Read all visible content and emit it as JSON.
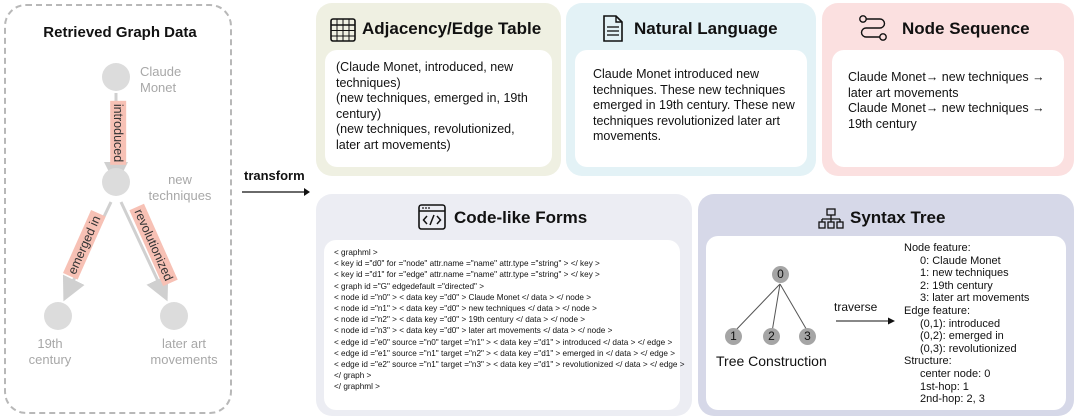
{
  "graph": {
    "title": "Retrieved Graph Data",
    "nodes": [
      "Claude\nMonet",
      "new\ntechniques",
      "19th\ncentury",
      "later art\nmovements"
    ],
    "edges": [
      "introduced",
      "emerged in",
      "revolutionized"
    ]
  },
  "transform_label": "transform",
  "adjacency": {
    "title": "Adjacency/Edge Table",
    "text": "(Claude Monet, introduced, new techniques)\n(new techniques, emerged in, 19th century)\n(new techniques, revolutionized, later art movements)"
  },
  "natural_language": {
    "title": "Natural Language",
    "text": "Claude Monet introduced new techniques. These new techniques emerged in 19th century. These new techniques revolutionized later art movements."
  },
  "node_sequence": {
    "title": "Node Sequence",
    "text": "Claude Monet→ new techniques → later art movements\nClaude Monet→ new techniques → 19th century"
  },
  "code_forms": {
    "title": "Code-like Forms",
    "lines": [
      "< graphml >",
      "< key id =\"d0\" for =\"node\" attr.name =\"name\" attr.type =\"string\" > </ key >",
      "< key id =\"d1\" for =\"edge\" attr.name =\"name\" attr.type =\"string\" > </ key >",
      "< graph id =\"G\" edgedefault =\"directed\" >",
      "< node id =\"n0\" > < data key =\"d0\" > Claude Monet </ data > </ node >",
      "< node id =\"n1\" > < data key =\"d0\" > new techniques </ data > </ node >",
      "< node id =\"n2\" > < data key =\"d0\" > 19th century </ data > </ node >",
      "< node id =\"n3\" > < data key =\"d0\" > later art movements </ data > </ node >",
      "< edge id =\"e0\" source =\"n0\" target =\"n1\" > < data key =\"d1\" > introduced </ data > </ edge >",
      "< edge id =\"e1\" source =\"n1\" target =\"n2\" > < data key =\"d1\" > emerged in </ data > </ edge >",
      "< edge id =\"e2\" source =\"n1\" target =\"n3\" > < data key =\"d1\" > revolutionized </ data > </ edge >",
      "</ graph >",
      "</ graphml >"
    ]
  },
  "syntax_tree": {
    "title": "Syntax Tree",
    "tree_nodes": [
      "0",
      "1",
      "2",
      "3"
    ],
    "tree_caption": "Tree Construction",
    "traverse_label": "traverse",
    "features": [
      "Node feature:",
      "0: Claude Monet",
      "1: new techniques",
      "2: 19th century",
      "3: later art movements",
      "Edge feature:",
      "(0,1): introduced",
      "(0,2): emerged in",
      "(0,3): revolutionized",
      "Structure:",
      "center node: 0",
      "1st-hop: 1",
      "2nd-hop: 2, 3"
    ]
  },
  "colors": {
    "adjacency_bg": "#eff0e2",
    "natural_language_bg": "#e3f2f6",
    "node_sequence_bg": "#fbe0e0",
    "code_bg": "#ecedf3",
    "tree_bg": "#d6d8e8",
    "edge_label_bg": "#f7c1b5"
  }
}
